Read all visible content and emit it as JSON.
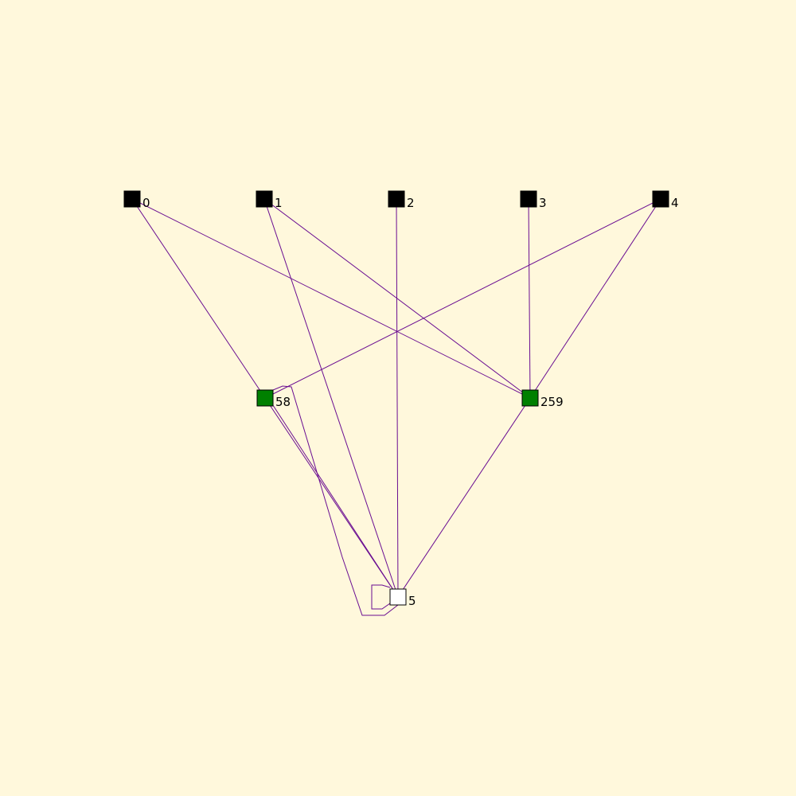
{
  "colors": {
    "background": "#fff8dc",
    "edge": "#6a0d91",
    "node_black": "#000000",
    "node_green": "#008000",
    "node_white": "#ffffff"
  },
  "graph": {
    "nodes": [
      {
        "id": "0",
        "label": "0",
        "fill": "black"
      },
      {
        "id": "1",
        "label": "1",
        "fill": "black"
      },
      {
        "id": "2",
        "label": "2",
        "fill": "black"
      },
      {
        "id": "3",
        "label": "3",
        "fill": "black"
      },
      {
        "id": "4",
        "label": "4",
        "fill": "black"
      },
      {
        "id": "58",
        "label": "58",
        "fill": "green"
      },
      {
        "id": "259",
        "label": "259",
        "fill": "green"
      },
      {
        "id": "5",
        "label": "5",
        "fill": "white"
      }
    ],
    "edges": [
      {
        "from": "0",
        "to": "58"
      },
      {
        "from": "0",
        "to": "259"
      },
      {
        "from": "1",
        "to": "259"
      },
      {
        "from": "1",
        "to": "5"
      },
      {
        "from": "2",
        "to": "5"
      },
      {
        "from": "3",
        "to": "259"
      },
      {
        "from": "4",
        "to": "58"
      },
      {
        "from": "4",
        "to": "259"
      },
      {
        "from": "58",
        "to": "5"
      },
      {
        "from": "58",
        "to": "5"
      },
      {
        "from": "58",
        "to": "5",
        "routed": true
      },
      {
        "from": "259",
        "to": "5"
      },
      {
        "from": "5",
        "to": "5",
        "self_loop": true
      }
    ]
  }
}
